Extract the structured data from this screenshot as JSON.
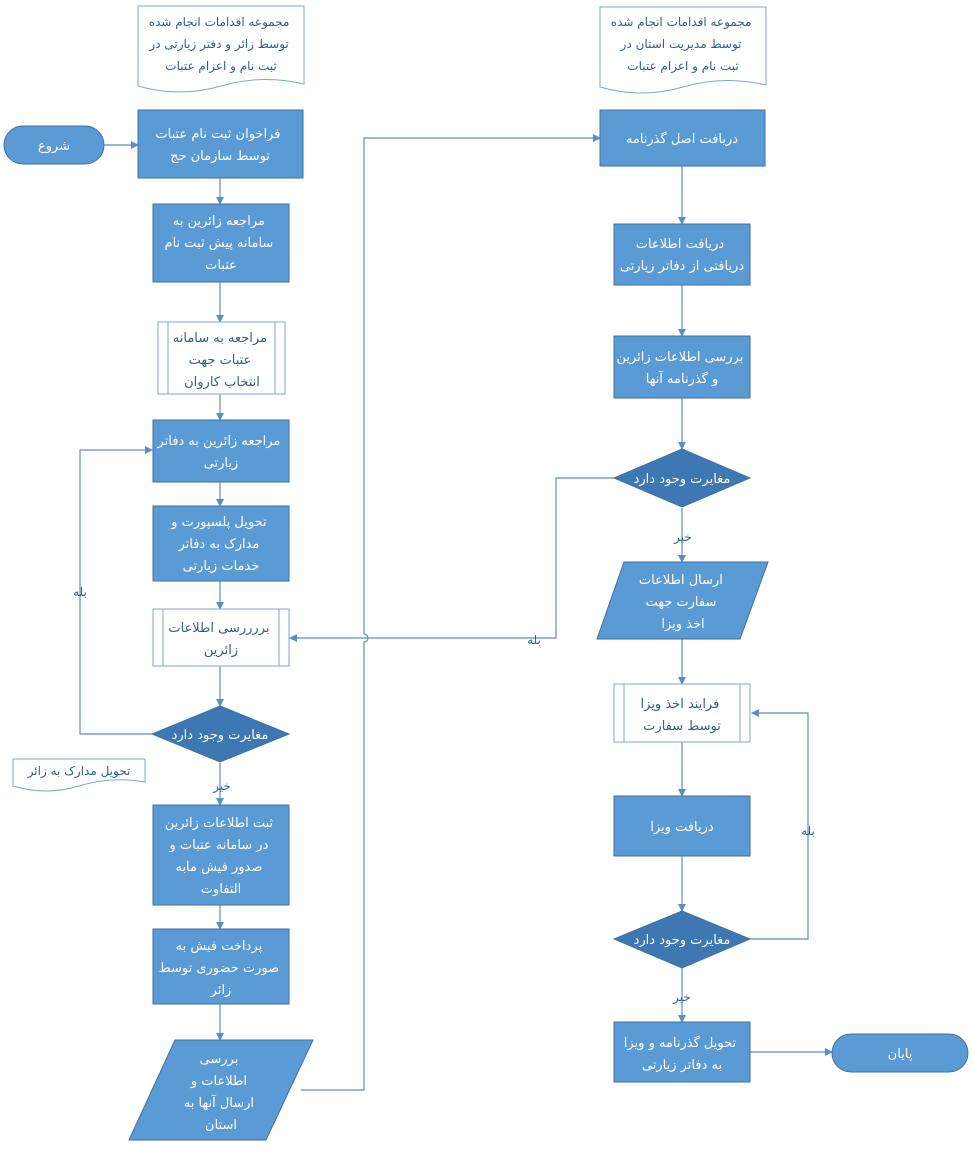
{
  "colors": {
    "fill": "#5b9bd5",
    "fill_dark": "#3d78b3",
    "stroke": "#41719c",
    "line": "#5b8fc4",
    "doc_stroke": "#7ea7d1",
    "doc_text": "#2e5f8e"
  },
  "headers": {
    "left": {
      "lines": [
        "مجموعه اقدامات انجام شده",
        "توسط زائر و دفتر زیارتی در",
        "ثبت نام و اعزام عتبات"
      ]
    },
    "right": {
      "lines": [
        "مجموعه اقدامات انجام شده",
        "توسط مدیریت استان در",
        "ثبت نام و اعزام عتبات"
      ]
    }
  },
  "nodes": {
    "start": {
      "lines": [
        "شروع"
      ]
    },
    "n1": {
      "lines": [
        "فراخوان ثبت نام عتبات",
        "توسط سازمان حج"
      ]
    },
    "n2": {
      "lines": [
        "مراجعه زائرین به",
        "سامانه پیش ثبت نام",
        "عتبات"
      ]
    },
    "n3": {
      "lines": [
        "مراجعه به سامانه",
        "عتبات جهت",
        "انتخاب کاروان"
      ]
    },
    "n4": {
      "lines": [
        "مراجعه زائرین به دفاتر",
        "زیارتی"
      ]
    },
    "n5": {
      "lines": [
        "تحویل پلسپورت و",
        "مدارک به دفاتر",
        "خدمات زیارتی"
      ]
    },
    "n6": {
      "lines": [
        "بررررسی اطلاعات",
        "زائرین"
      ]
    },
    "d1": {
      "lines": [
        "مغایرت وجود دارد"
      ]
    },
    "note1": {
      "lines": [
        "تحویل مدارک به زائر"
      ]
    },
    "n7": {
      "lines": [
        "ثبت اطلاعات زائرین",
        "در سامانه عتبات و",
        "صدور فیش مابه",
        "التفاوت"
      ]
    },
    "n8": {
      "lines": [
        "پرداخت فیش به",
        "صورت حضوری  توسط",
        "زائر"
      ]
    },
    "io1": {
      "lines": [
        "بررسی",
        "اطلاعات و",
        "ارسال آنها به",
        "استان"
      ]
    },
    "r1": {
      "lines": [
        "دریافت اصل گذرنامه"
      ]
    },
    "r2": {
      "lines": [
        "دریافت اطلاعات",
        "دریافتی از دفاتر زیارتی"
      ]
    },
    "r3": {
      "lines": [
        "بررسی اطلاعات زائرین",
        "و گذرنامه آنها"
      ]
    },
    "d2": {
      "lines": [
        "مغایرت وجود دارد"
      ]
    },
    "io2": {
      "lines": [
        "ارسال اطلاعات",
        "سفارت جهت",
        "اخذ ویزا"
      ]
    },
    "r4": {
      "lines": [
        "فرایند اخذ ویزا",
        "توسط سفارت"
      ]
    },
    "r5": {
      "lines": [
        "دریافت ویزا"
      ]
    },
    "d3": {
      "lines": [
        "مغایرت وجود دارد"
      ]
    },
    "r6": {
      "lines": [
        "تحویل گذرنامه و ویزا",
        "به دفاتر زیارتی"
      ]
    },
    "end": {
      "lines": [
        "پایان"
      ]
    }
  },
  "edge_labels": {
    "yes_left": "بله",
    "no_left": "خیر",
    "yes_mid": "بله",
    "no_right1": "خیر",
    "yes_right": "بله",
    "no_right2": "خیر"
  }
}
